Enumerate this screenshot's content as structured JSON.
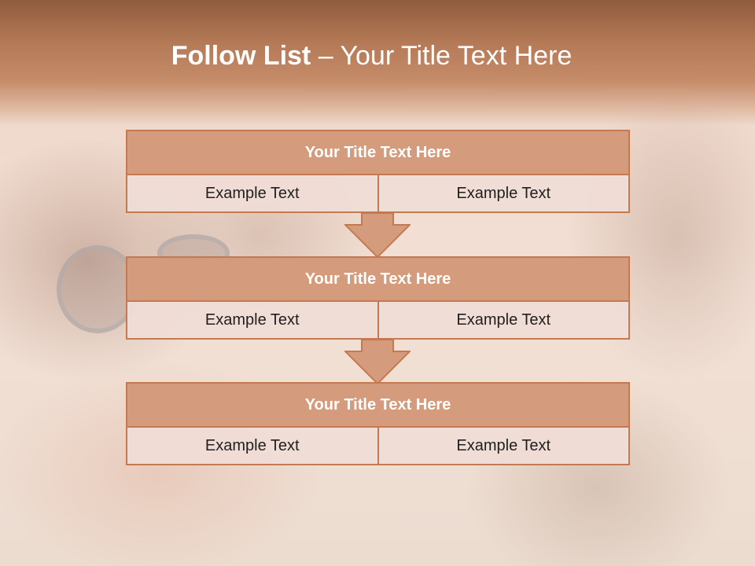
{
  "slide": {
    "title_bold": "Follow List",
    "title_rest": " – Your Title Text Here"
  },
  "blocks": [
    {
      "title": "Your Title Text Here",
      "left": "Example Text",
      "right": "Example Text"
    },
    {
      "title": "Your Title Text Here",
      "left": "Example Text",
      "right": "Example Text"
    },
    {
      "title": "Your Title Text Here",
      "left": "Example Text",
      "right": "Example Text"
    }
  ],
  "colors": {
    "header": "#b57a57",
    "block_title_bg": "#d49b7c",
    "block_border": "#c47a50",
    "cell_bg": "#f0ddd6"
  },
  "icons": [
    "down-arrow-icon"
  ]
}
